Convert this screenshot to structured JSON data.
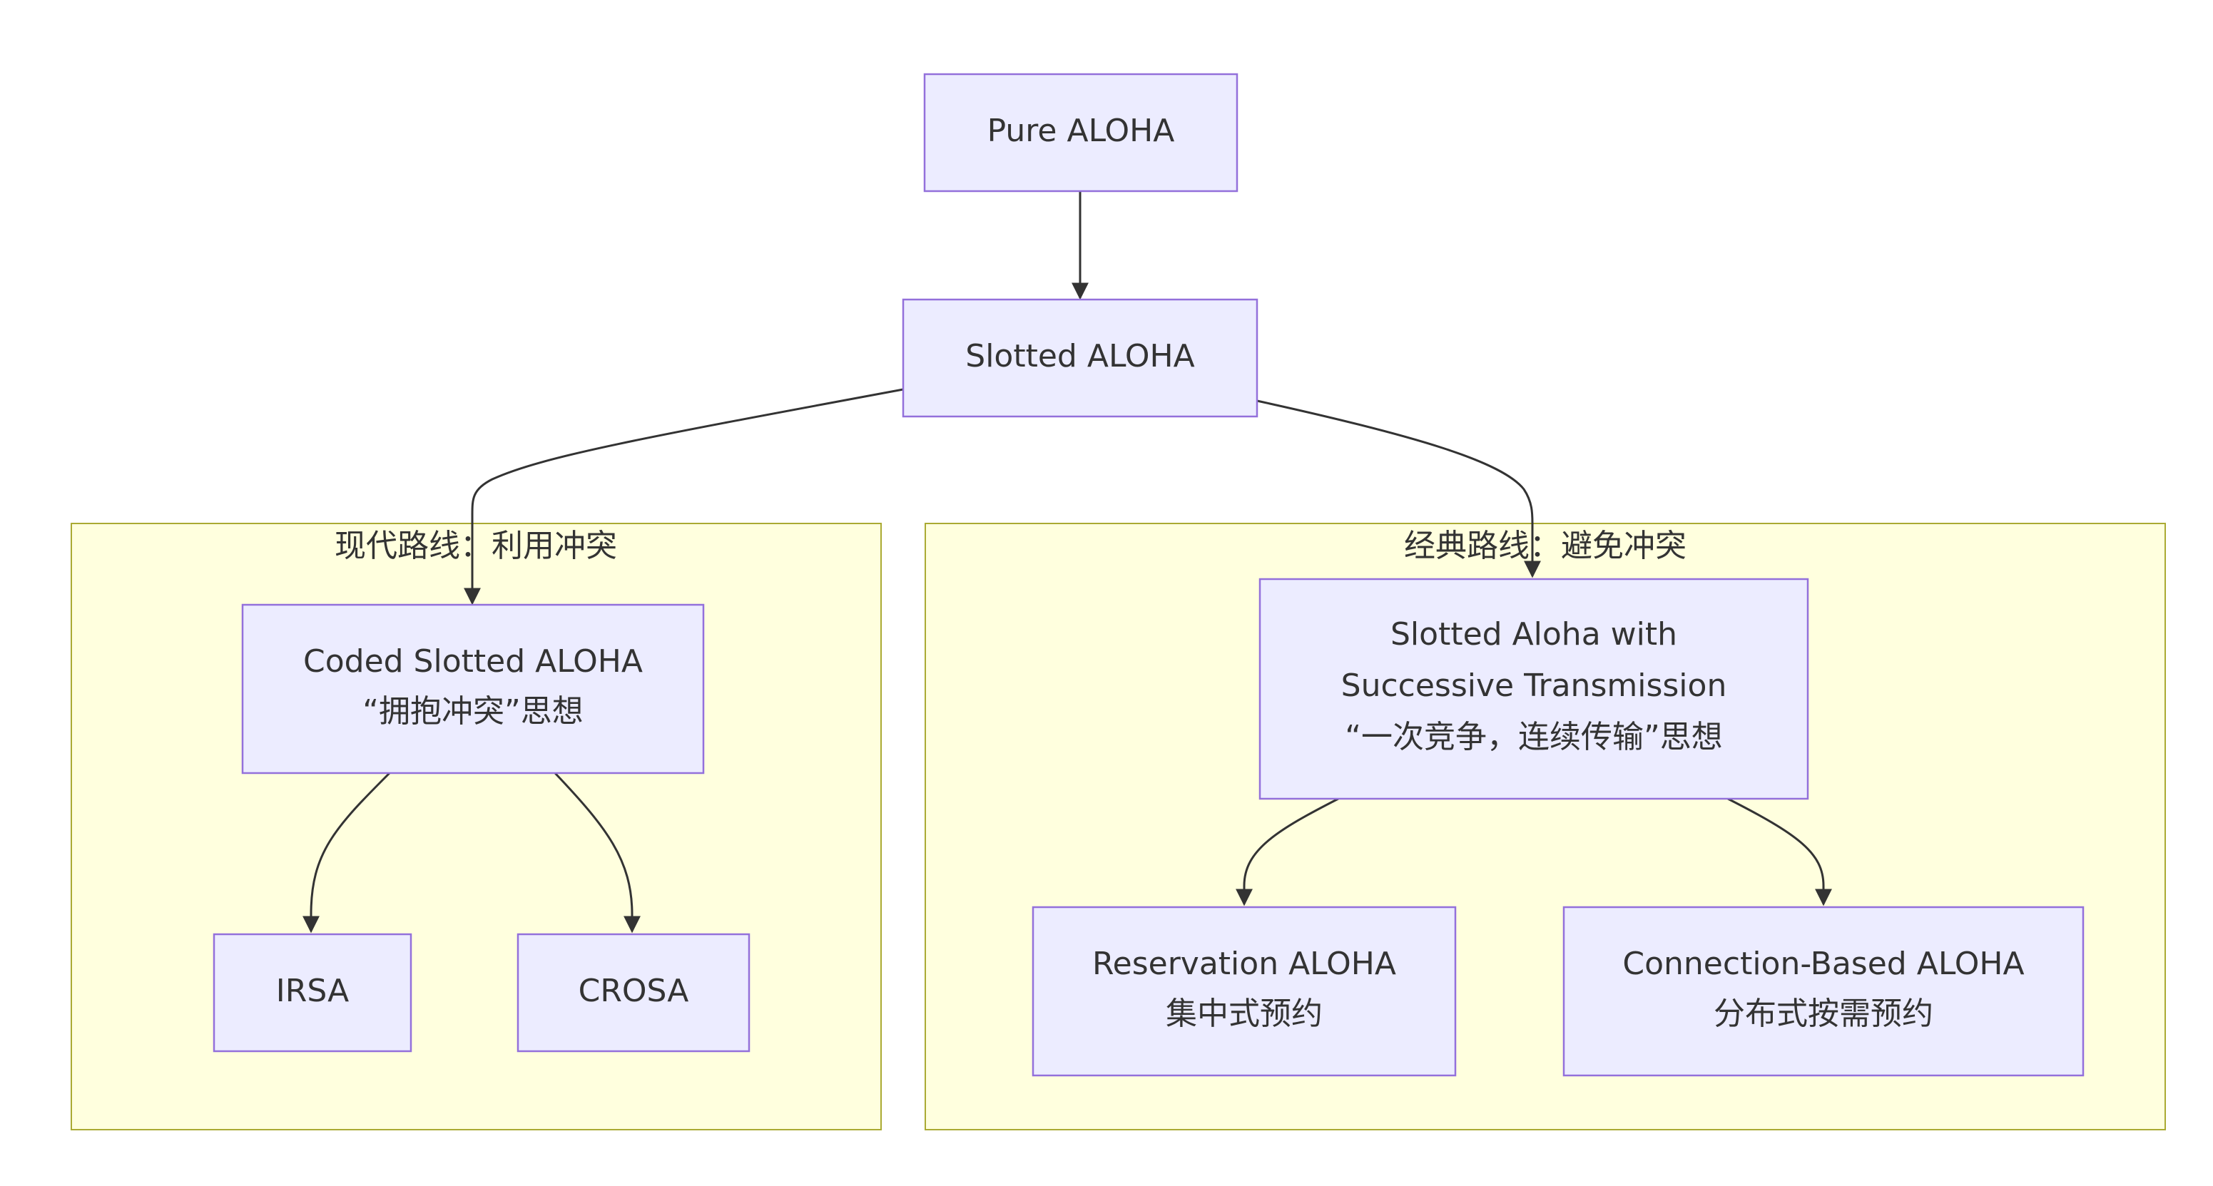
{
  "clusters": {
    "modern": {
      "title": "现代路线：利用冲突"
    },
    "classic": {
      "title": "经典路线：避免冲突"
    }
  },
  "nodes": {
    "pure_aloha": {
      "lines": [
        "Pure ALOHA"
      ]
    },
    "slotted_aloha": {
      "lines": [
        "Slotted ALOHA"
      ]
    },
    "coded_slotted_aloha": {
      "lines": [
        "Coded Slotted ALOHA",
        "“拥抱冲突”思想"
      ]
    },
    "irsa": {
      "lines": [
        "IRSA"
      ]
    },
    "crosa": {
      "lines": [
        "CROSA"
      ]
    },
    "slotted_aloha_st": {
      "lines": [
        "Slotted Aloha with",
        "Successive Transmission",
        "“一次竞争，连续传输”思想"
      ]
    },
    "reservation_aloha": {
      "lines": [
        "Reservation ALOHA",
        "集中式预约"
      ]
    },
    "connection_based_aloha": {
      "lines": [
        "Connection-Based ALOHA",
        "分布式按需预约"
      ]
    }
  },
  "edges": [
    {
      "from": "pure_aloha",
      "to": "slotted_aloha"
    },
    {
      "from": "slotted_aloha",
      "to": "coded_slotted_aloha"
    },
    {
      "from": "slotted_aloha",
      "to": "slotted_aloha_st"
    },
    {
      "from": "coded_slotted_aloha",
      "to": "irsa"
    },
    {
      "from": "coded_slotted_aloha",
      "to": "crosa"
    },
    {
      "from": "slotted_aloha_st",
      "to": "reservation_aloha"
    },
    {
      "from": "slotted_aloha_st",
      "to": "connection_based_aloha"
    }
  ],
  "colors": {
    "node_fill": "#ececff",
    "node_stroke": "#9370db",
    "cluster_fill": "#ffffde",
    "cluster_stroke": "#aaaa33",
    "edge": "#333333",
    "text": "#333333"
  }
}
